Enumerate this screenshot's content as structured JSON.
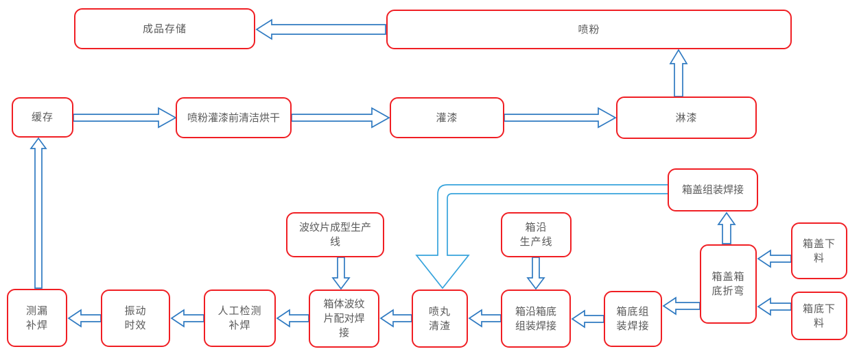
{
  "diagram": {
    "type": "flowchart",
    "colors": {
      "box_border": "#f01e23",
      "box_fill": "#ffffff",
      "text": "#595959",
      "arrow": "#2e79c1",
      "arrow_light": "#35a3dc"
    },
    "nodes": [
      {
        "id": "finished-storage",
        "label": "成品存储"
      },
      {
        "id": "powder-spray",
        "label": "喷粉"
      },
      {
        "id": "buffer",
        "label": "缓存"
      },
      {
        "id": "clean-dry-before-spray",
        "label": "喷粉灌漆前清洁烘干"
      },
      {
        "id": "paint-fill",
        "label": "灌漆"
      },
      {
        "id": "paint-shower",
        "label": "淋漆"
      },
      {
        "id": "lid-assembly-welding",
        "label": "箱盖组装焊接"
      },
      {
        "id": "corrugated-sheet-line",
        "label": "波纹片成型生产\n线"
      },
      {
        "id": "box-rim-line",
        "label": "箱沿\n生产线"
      },
      {
        "id": "lid-blanking",
        "label": "箱盖下\n料"
      },
      {
        "id": "bottom-blanking",
        "label": "箱底下\n料"
      },
      {
        "id": "lid-bottom-bending",
        "label": "箱盖箱\n底折弯"
      },
      {
        "id": "leak-test-repair-weld",
        "label": "测漏\n补焊"
      },
      {
        "id": "vibration-aging",
        "label": "振动\n时效"
      },
      {
        "id": "manual-inspect-repair-weld",
        "label": "人工检测\n补焊"
      },
      {
        "id": "body-corrugated-pair-weld",
        "label": "箱体波纹\n片配对焊\n接"
      },
      {
        "id": "shot-blast-cleaning",
        "label": "喷丸\n清渣"
      },
      {
        "id": "rim-bottom-assembly-welding",
        "label": "箱沿箱底\n组装焊接"
      },
      {
        "id": "bottom-assembly-welding",
        "label": "箱底组\n装焊接"
      }
    ],
    "edges": [
      {
        "from": "powder-spray",
        "to": "finished-storage"
      },
      {
        "from": "buffer",
        "to": "clean-dry-before-spray"
      },
      {
        "from": "clean-dry-before-spray",
        "to": "paint-fill"
      },
      {
        "from": "paint-fill",
        "to": "paint-shower"
      },
      {
        "from": "paint-shower",
        "to": "powder-spray"
      },
      {
        "from": "leak-test-repair-weld",
        "to": "buffer"
      },
      {
        "from": "vibration-aging",
        "to": "leak-test-repair-weld"
      },
      {
        "from": "manual-inspect-repair-weld",
        "to": "vibration-aging"
      },
      {
        "from": "body-corrugated-pair-weld",
        "to": "manual-inspect-repair-weld"
      },
      {
        "from": "shot-blast-cleaning",
        "to": "body-corrugated-pair-weld"
      },
      {
        "from": "rim-bottom-assembly-welding",
        "to": "shot-blast-cleaning"
      },
      {
        "from": "bottom-assembly-welding",
        "to": "rim-bottom-assembly-welding"
      },
      {
        "from": "lid-bottom-bending",
        "to": "bottom-assembly-welding"
      },
      {
        "from": "lid-blanking",
        "to": "lid-bottom-bending"
      },
      {
        "from": "bottom-blanking",
        "to": "lid-bottom-bending"
      },
      {
        "from": "lid-bottom-bending",
        "to": "lid-assembly-welding"
      },
      {
        "from": "lid-assembly-welding",
        "to": "shot-blast-cleaning"
      },
      {
        "from": "corrugated-sheet-line",
        "to": "body-corrugated-pair-weld"
      },
      {
        "from": "box-rim-line",
        "to": "rim-bottom-assembly-welding"
      }
    ]
  }
}
